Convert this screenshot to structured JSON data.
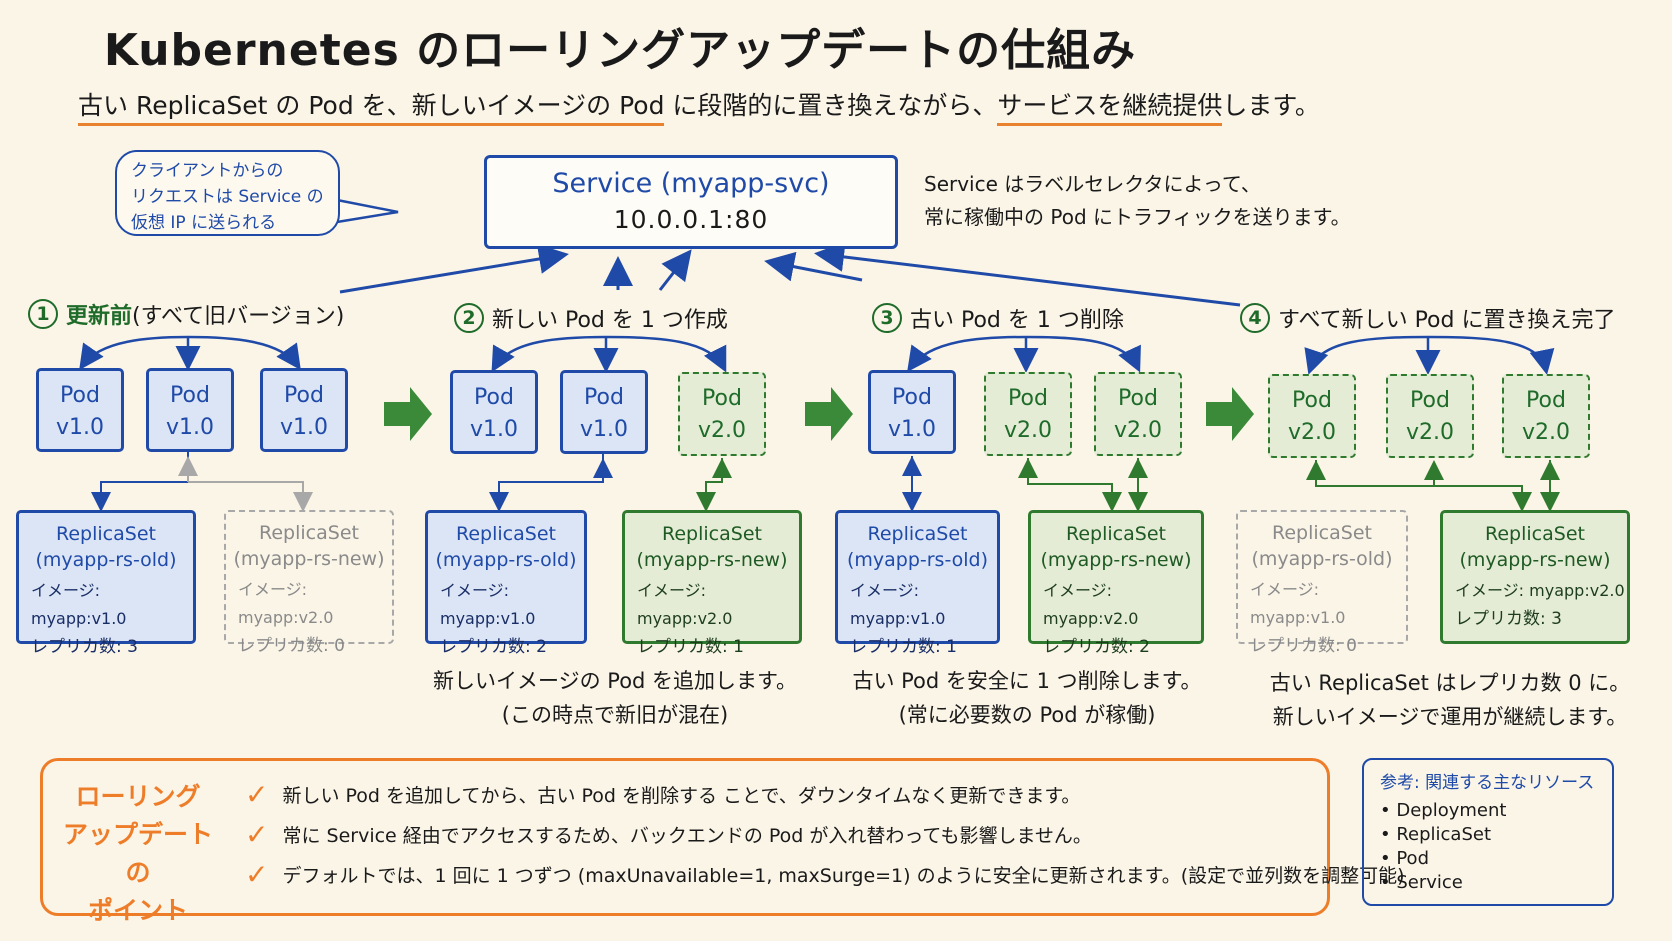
{
  "title": "Kubernetes のローリングアップデートの仕組み",
  "subtitle": {
    "p1": "古い ReplicaSet の Pod を、",
    "p2": "新しいイメージの Pod",
    "p3": " に段階的に置き換えながら、",
    "p4": "サービスを継続提供",
    "p5": "します。"
  },
  "bubble": {
    "line1": "クライアントからの",
    "line2": "リクエストは Service の",
    "line3": "仮想 IP に送られる"
  },
  "service": {
    "name": "Service (myapp-svc)",
    "ip": "10.0.0.1:80"
  },
  "service_note": {
    "line1": "Service はラベルセレクタによって、",
    "line2": "常に稼働中の Pod にトラフィックを送ります。"
  },
  "steps": [
    {
      "num": "1",
      "title": "更新前",
      "detail": " (すべて旧バージョン)"
    },
    {
      "num": "2",
      "title": "新しい Pod を 1 つ作成",
      "detail": ""
    },
    {
      "num": "3",
      "title": "古い Pod を 1 つ削除",
      "detail": ""
    },
    {
      "num": "4",
      "title": "すべて新しい Pod に置き換え完了",
      "detail": ""
    }
  ],
  "pods": {
    "label": "Pod",
    "old_version": "v1.0",
    "new_version": "v2.0"
  },
  "replicasets": {
    "title": "ReplicaSet",
    "old_name": "(myapp-rs-old)",
    "new_name": "(myapp-rs-new)",
    "old_image": "イメージ: myapp:v1.0",
    "new_image": "イメージ: myapp:v2.0",
    "s1_old_replicas": "レプリカ数: 3",
    "s1_new_replicas": "レプリカ数: 0",
    "s2_old_replicas": "レプリカ数: 2",
    "s2_new_replicas": "レプリカ数: 1",
    "s3_old_replicas": "レプリカ数: 1",
    "s3_new_replicas": "レプリカ数: 2",
    "s4_old_replicas": "レプリカ数: 0",
    "s4_new_replicas": "レプリカ数: 3"
  },
  "notes": {
    "s2_line1": "新しいイメージの Pod を追加します。",
    "s2_line2": "(この時点で新旧が混在)",
    "s3_line1": "古い Pod を安全に 1 つ削除します。",
    "s3_line2": "(常に必要数の Pod が稼働)",
    "s4_line1": "古い ReplicaSet はレプリカ数 0 に。",
    "s4_line2": "新しいイメージで運用が継続します。"
  },
  "points": {
    "title_line1": "ローリング",
    "title_line2": "アップデートの",
    "title_line3": "ポイント",
    "check": "✓",
    "items": [
      "新しい Pod を追加してから、古い Pod を削除する ことで、ダウンタイムなく更新できます。",
      "常に Service 経由でアクセスするため、バックエンドの Pod が入れ替わっても影響しません。",
      "デフォルトでは、1 回に 1 つずつ (maxUnavailable=1, maxSurge=1) のように安全に更新されます。(設定で並列数を調整可能)"
    ]
  },
  "reference": {
    "title": "参考: 関連する主なリソース",
    "items": [
      "• Deployment",
      "• ReplicaSet",
      "• Pod",
      "• Service"
    ]
  },
  "colors": {
    "blue": "#1f4aa8",
    "green": "#2f7a2f",
    "orange": "#ee7d2a",
    "background": "#fbf5e8"
  }
}
